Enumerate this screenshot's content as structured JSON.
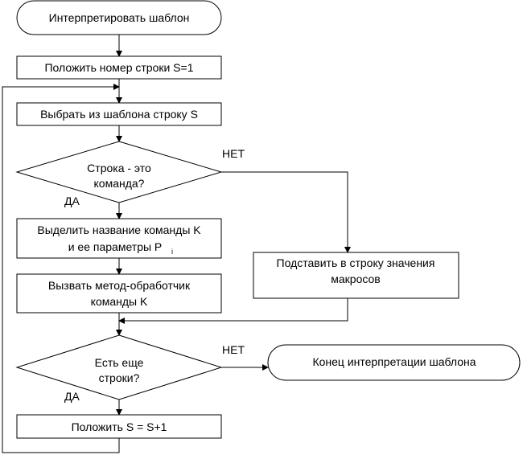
{
  "flowchart": {
    "start": "Интерпретировать шаблон",
    "set_line": "Положить номер строки S=1",
    "select_line": "Выбрать из шаблона строку S",
    "is_command": {
      "line1": "Строка - это",
      "line2": "команда?"
    },
    "extract": {
      "line1": "Выделить название команды K",
      "line2": "и ее параметры P",
      "subscript": "i"
    },
    "substitute": {
      "line1": "Подставить в строку значения",
      "line2": "макросов"
    },
    "call_handler": {
      "line1": "Вызвать метод-обработчик",
      "line2": "команды K"
    },
    "more_lines": {
      "line1": "Есть еще",
      "line2": "строки?"
    },
    "end": "Конец интерпретации шаблона",
    "increment": "Положить S = S+1",
    "labels": {
      "no_1": "НЕТ",
      "yes_1": "ДА",
      "no_2": "НЕТ",
      "yes_2": "ДА"
    }
  }
}
